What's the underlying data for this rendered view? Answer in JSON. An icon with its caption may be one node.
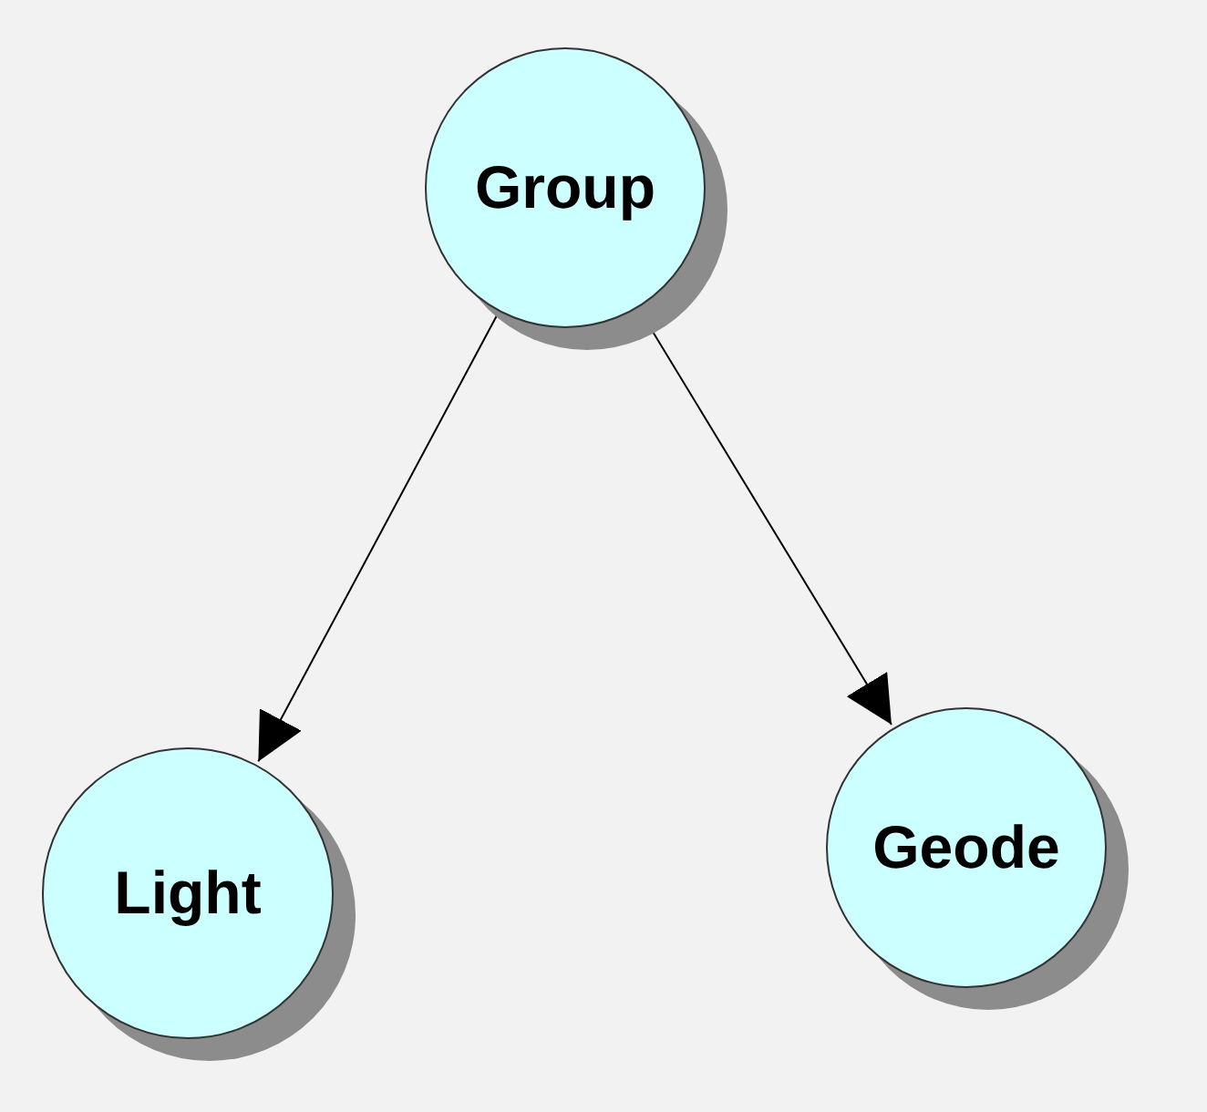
{
  "diagram": {
    "nodes": [
      {
        "text": [
          "Group"
        ]
      },
      {
        "text": [
          "Light"
        ]
      },
      {
        "text": [
          "Geode"
        ]
      }
    ],
    "edges": [
      {
        "from": 0,
        "to": 1,
        "arrow": "to"
      },
      {
        "from": 0,
        "to": 2,
        "arrow": "to"
      }
    ]
  }
}
